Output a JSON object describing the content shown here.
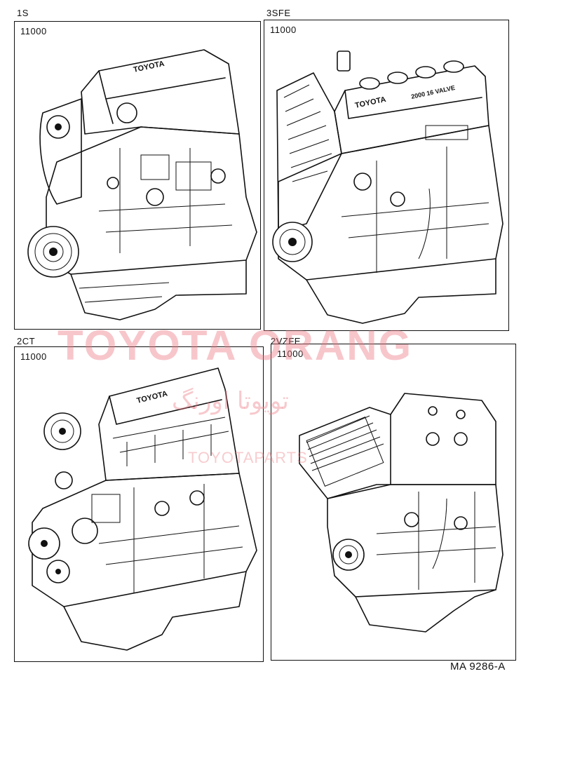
{
  "panels": [
    {
      "engine": "1S",
      "part_number": "11000"
    },
    {
      "engine": "3SFE",
      "part_number": "11000",
      "valve_text": "2000 16 VALVE"
    },
    {
      "engine": "2CT",
      "part_number": "11000"
    },
    {
      "engine": "2VZFE",
      "part_number": "11000"
    }
  ],
  "logo_text": "TOYOTA",
  "watermark": {
    "main": "TOYOTA ORANG",
    "arabic": "تويوتا اورنگ",
    "sub": "TOYOTAPARTS"
  },
  "ref_code": "MA 9286-A"
}
